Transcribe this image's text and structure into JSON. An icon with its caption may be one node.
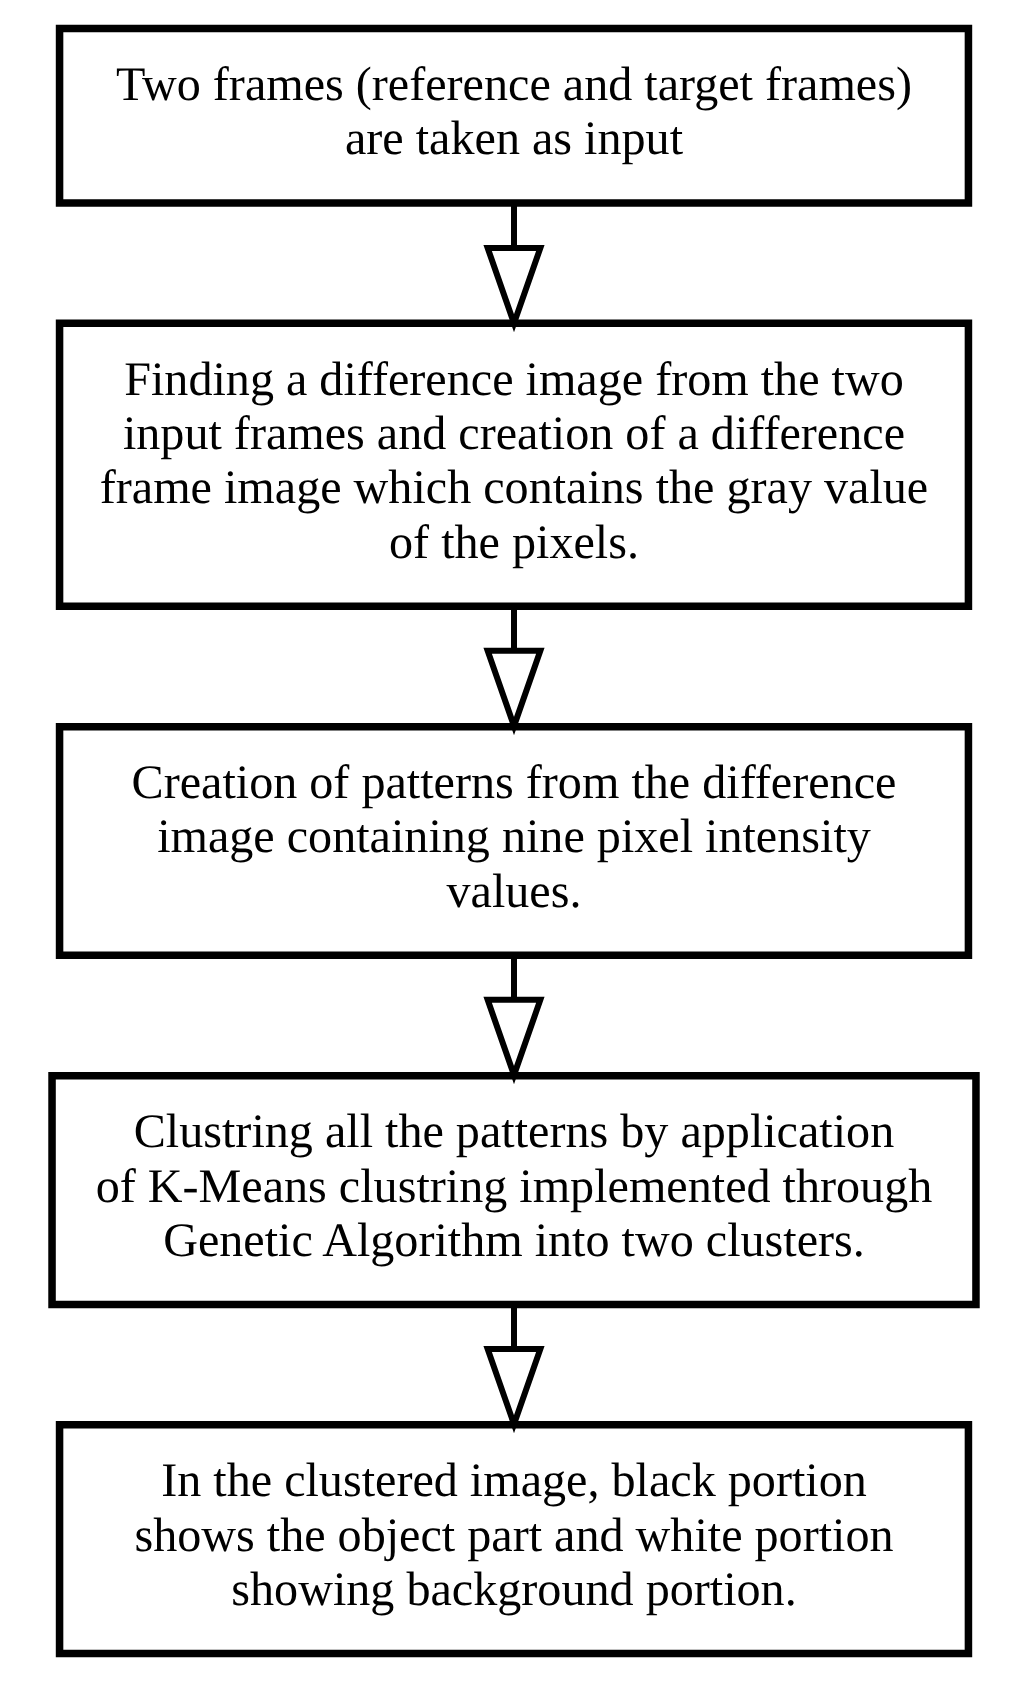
{
  "diagram": {
    "nodes": [
      {
        "text": [
          "Two frames (reference and target frames) are taken as input"
        ]
      },
      {
        "text": [
          "Finding a difference image from the two input frames and creation of a difference frame image which contains the gray value of the pixels."
        ]
      },
      {
        "text": [
          "Creation of patterns from the difference image containing nine pixel intensity values."
        ]
      },
      {
        "text": [
          "Clustring all the patterns by application of K-Means clustring implemented through Genetic Algorithm into two clusters."
        ]
      },
      {
        "text": [
          "In the clustered image, black portion shows the object part and white portion showing background portion."
        ]
      }
    ],
    "edges": [
      {
        "from": 0,
        "to": 1,
        "arrow": "to"
      },
      {
        "from": 1,
        "to": 2,
        "arrow": "to"
      },
      {
        "from": 2,
        "to": 3,
        "arrow": "to"
      },
      {
        "from": 3,
        "to": 4,
        "arrow": "to"
      }
    ]
  }
}
